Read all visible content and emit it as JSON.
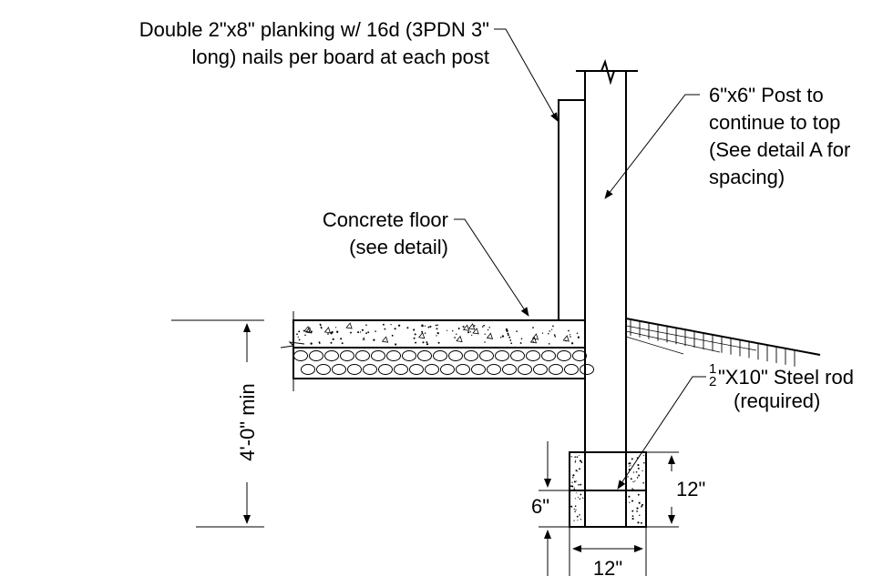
{
  "labels": {
    "planking_line1": "Double 2\"x8\" planking w/ 16d (3PDN 3\"",
    "planking_line2": "long) nails per board at each post",
    "post_line1": "6\"x6\" Post to",
    "post_line2": "continue to top",
    "post_line3": "(See detail A for",
    "post_line4": "spacing)",
    "floor_line1": "Concrete floor",
    "floor_line2": "(see detail)",
    "rod_fraction_num": "1",
    "rod_fraction_den": "2",
    "rod_line1": "\"X10\" Steel rod",
    "rod_line2": "(required)"
  },
  "dimensions": {
    "depth": "4'-0\" min",
    "footing_height": "12\"",
    "rod_height": "6\"",
    "footing_width": "12\""
  }
}
